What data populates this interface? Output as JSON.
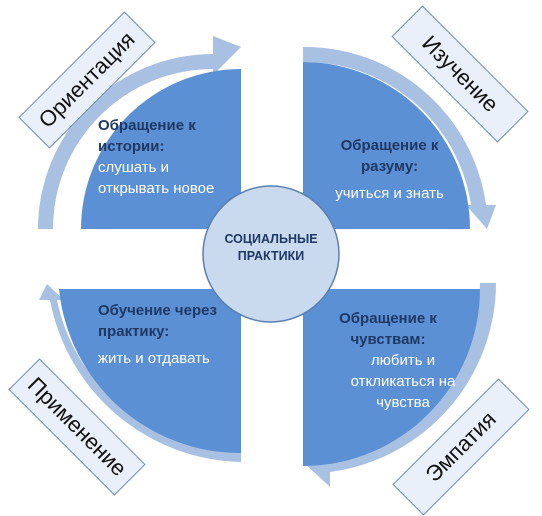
{
  "colors": {
    "quadrant": "#5b90d4",
    "arrow": "#a8c0e2",
    "center_fill": "#c9d9ee",
    "center_stroke": "#5a7fb0",
    "tag_fill": "#e9f0fa",
    "heading_text": "#1f3864",
    "body_text": "#ffffff"
  },
  "center": {
    "label": "СОЦИАЛЬНЫЕ ПРАКТИКИ"
  },
  "quadrants": [
    {
      "id": "top-left",
      "heading": "Обращение к истории:",
      "body": "слушать и открывать новое",
      "tag": "Ориентация"
    },
    {
      "id": "top-right",
      "heading": "Обращение к разуму:",
      "body": "учиться и знать",
      "tag": "Изучение"
    },
    {
      "id": "bottom-right",
      "heading": "Обращение к чувствам:",
      "body": "любить и откликаться на чувства",
      "tag": "Эмпатия"
    },
    {
      "id": "bottom-left",
      "heading": "Обучение через практику:",
      "body": "жить и отдавать",
      "tag": "Применение"
    }
  ]
}
